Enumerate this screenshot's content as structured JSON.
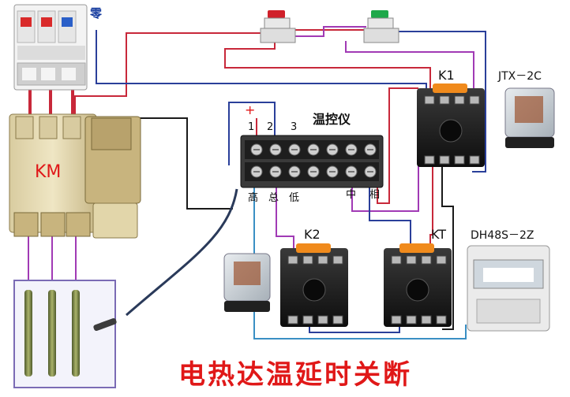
{
  "title": "电热达温延时关断",
  "labels": {
    "neutral": "零",
    "contactor": "KM",
    "thermostat": "温控仪",
    "k1": "K1",
    "k2": "K2",
    "kt": "KT",
    "relay_model": "JTX－2C",
    "timer_model": "DH48S－2Z",
    "plus": "+",
    "t1": "1",
    "t2": "2",
    "t3": "3",
    "high": "高",
    "total": "总",
    "low": "低",
    "mid": "中",
    "phase": "相"
  },
  "colors": {
    "red_wire": "#c8283a",
    "blue_wire": "#2a3f9a",
    "magenta_wire": "#a13ab5",
    "teal_wire": "#3a8fc4",
    "black_wire": "#1a1a1a",
    "title_red": "#e01818",
    "stop_button": "#d0202a",
    "start_button": "#1ea84a",
    "relay_orange": "#f08a1c",
    "breaker_red": "#d92a2a",
    "breaker_blue": "#2a5fc8"
  },
  "icons": [
    "breaker-icon",
    "contactor-icon",
    "stop-button-icon",
    "start-button-icon",
    "relay-socket-icon",
    "plug-relay-icon",
    "timer-icon",
    "heater-icon",
    "probe-icon"
  ]
}
